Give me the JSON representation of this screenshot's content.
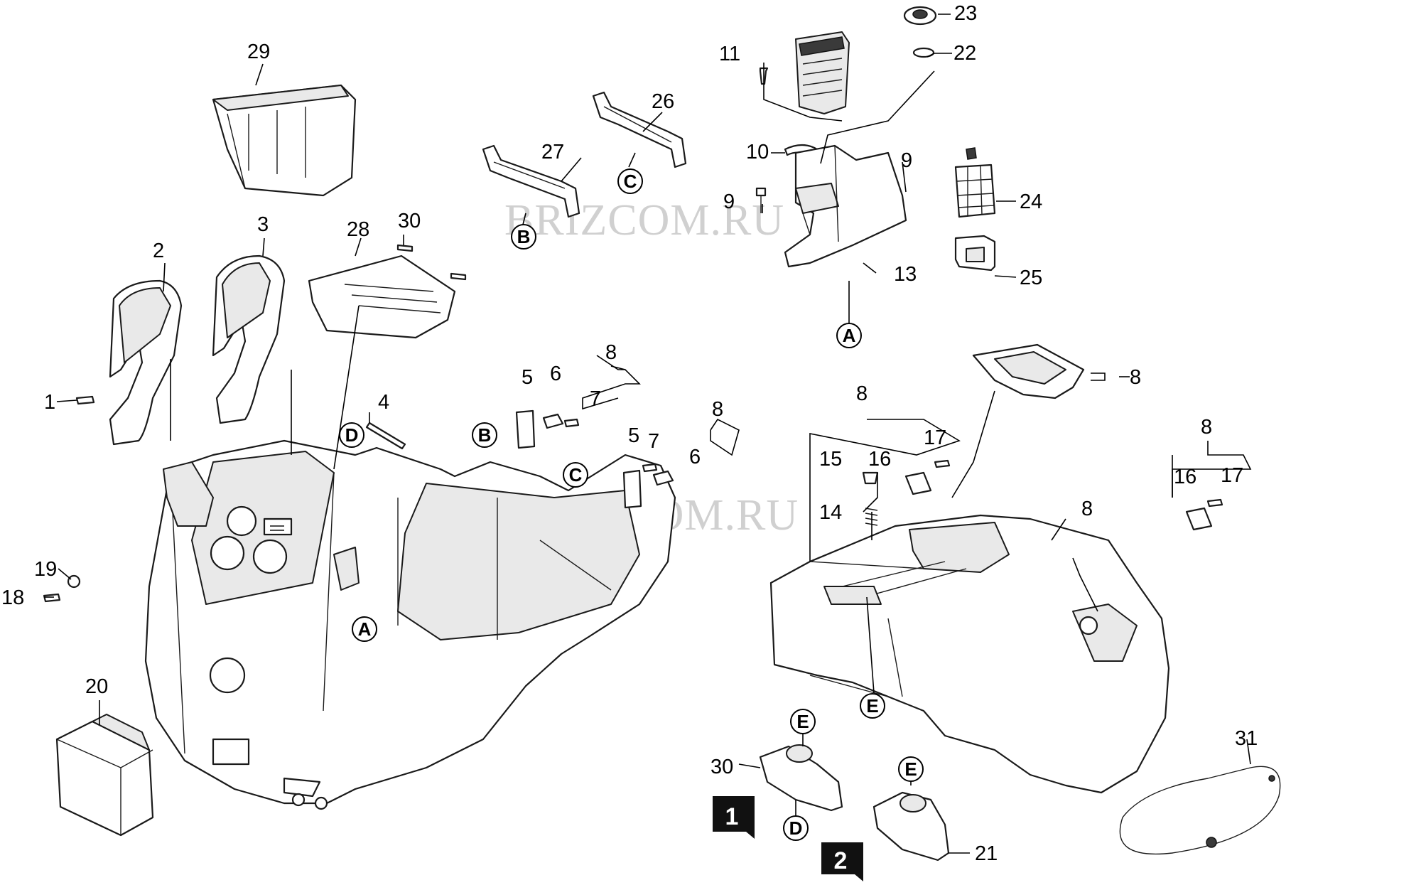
{
  "watermarks": [
    "BRIZCOM.RU",
    "BRIZCOM.RU"
  ],
  "part_numbers": [
    "1",
    "2",
    "3",
    "4",
    "5",
    "6",
    "7",
    "8",
    "8",
    "8",
    "8",
    "8",
    "8",
    "9",
    "9",
    "10",
    "11",
    "13",
    "14",
    "15",
    "16",
    "16",
    "17",
    "17",
    "18",
    "19",
    "20",
    "21",
    "22",
    "23",
    "24",
    "25",
    "26",
    "27",
    "28",
    "29",
    "30",
    "30",
    "31",
    "5",
    "6",
    "7"
  ],
  "reference_letters": [
    "A",
    "A",
    "B",
    "B",
    "C",
    "C",
    "D",
    "D",
    "E",
    "E",
    "E"
  ],
  "figure_labels": [
    "1",
    "2"
  ]
}
